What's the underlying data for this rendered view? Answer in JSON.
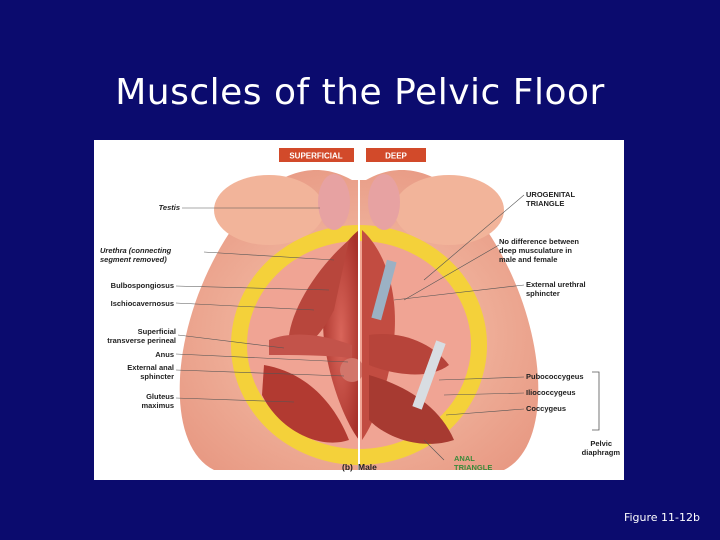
{
  "title": "Muscles of the Pelvic Floor",
  "figure": {
    "headers": {
      "left": "SUPERFICIAL",
      "right": "DEEP"
    },
    "left_labels": [
      "Testis",
      "Urethra (connecting",
      "segment removed)",
      "Bulbospongiosus",
      "Ischiocavernosus",
      "Superficial",
      "transverse perineal",
      "Anus",
      "External anal",
      "sphincter",
      "Gluteus",
      "maximus"
    ],
    "right_labels": [
      "UROGENITAL",
      "TRIANGLE",
      "No difference between",
      "deep musculature in",
      "male and female",
      "External urethral",
      "sphincter",
      "Pubococcygeus",
      "Iliococcygeus",
      "Coccygeus",
      "Pelvic",
      "diaphragm",
      "ANAL",
      "TRIANGLE"
    ],
    "panel_label": "(b)",
    "panel_sublabel": "Male",
    "colors": {
      "skin": "#f2b49a",
      "fat": "#f4d13a",
      "muscle": "#c0453a",
      "anal_triangle": "#3a8a3a",
      "header_bg": "#d24a2a"
    }
  },
  "caption": "Figure 11-12b"
}
